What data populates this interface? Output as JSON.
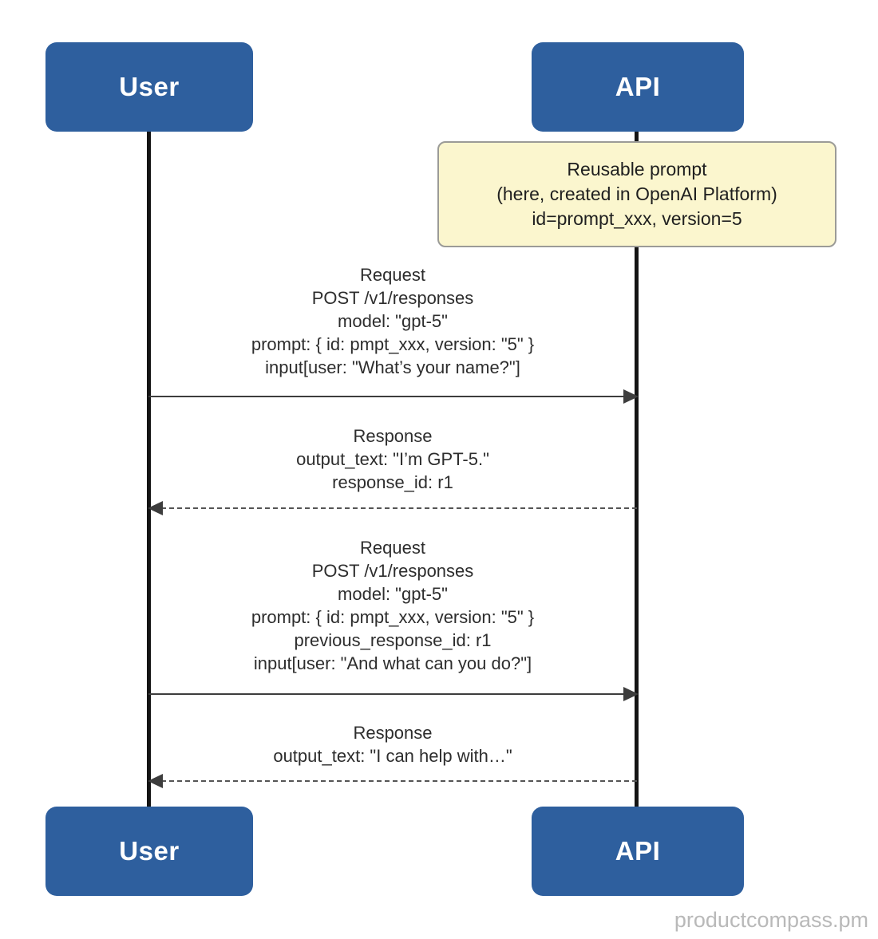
{
  "actors": {
    "top_left": "User",
    "top_right": "API",
    "bottom_left": "User",
    "bottom_right": "API"
  },
  "note": {
    "lines": [
      "Reusable prompt",
      "(here, created in OpenAI Platform)",
      "id=prompt_xxx, version=5"
    ]
  },
  "messages": [
    {
      "name": "request-1",
      "direction": "right",
      "line_style": "solid",
      "lines": [
        "Request",
        "POST /v1/responses",
        "model: \"gpt-5\"",
        "prompt: { id: pmpt_xxx, version: \"5\" }",
        "input[user: \"What’s your name?\"]"
      ]
    },
    {
      "name": "response-1",
      "direction": "left",
      "line_style": "dashed",
      "lines": [
        "Response",
        "output_text: \"I’m GPT-5.\"",
        "response_id: r1"
      ]
    },
    {
      "name": "request-2",
      "direction": "right",
      "line_style": "solid",
      "lines": [
        "Request",
        "POST /v1/responses",
        "model: \"gpt-5\"",
        "prompt: { id: pmpt_xxx, version: \"5\" }",
        "previous_response_id: r1",
        "input[user: \"And what can you do?\"]"
      ]
    },
    {
      "name": "response-2",
      "direction": "left",
      "line_style": "dashed",
      "lines": [
        "Response",
        "output_text: \"I can help with…\""
      ]
    }
  ],
  "watermark": "productcompass.pm",
  "colors": {
    "actor_fill": "#2e5f9e",
    "actor_text": "#ffffff",
    "note_fill": "#fbf6ce",
    "note_border": "#9b9b97",
    "lifeline": "#141414",
    "arrow": "#3d3d3d",
    "message_text": "#2d2d2d",
    "watermark": "#b9b9b9"
  }
}
